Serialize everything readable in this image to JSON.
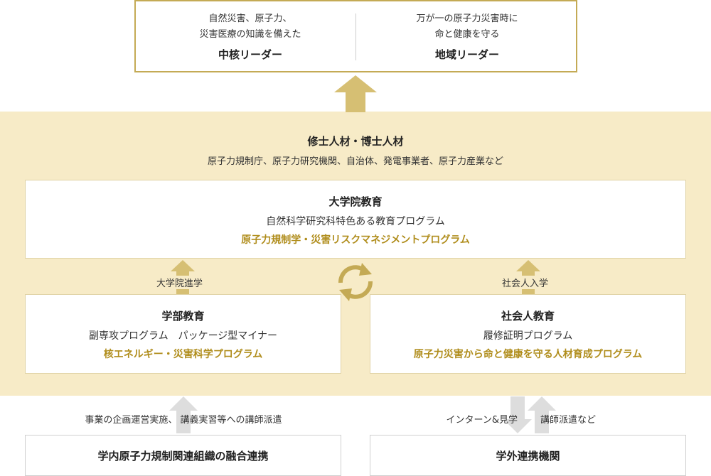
{
  "top_box": {
    "left": {
      "line1": "自然災害、原子力、",
      "line2": "災害医療の知識を備えた",
      "title": "中核リーダー"
    },
    "right": {
      "line1": "万が一の原子力災害時に",
      "line2": "命と健康を守る",
      "title": "地域リーダー"
    }
  },
  "band": {
    "title": "修士人材・博士人材",
    "subtitle": "原子力規制庁、原子力研究機関、自治体、発電事業者、原子力産業など"
  },
  "graduate": {
    "title": "大学院教育",
    "line": "自然科学研究科特色ある教育プログラム",
    "program": "原子力規制学・災害リスクマネジメントプログラム"
  },
  "arrows": {
    "left_label": "大学院進学",
    "right_label": "社会人入学"
  },
  "undergrad": {
    "title": "学部教育",
    "line": "副専攻プログラム　パッケージ型マイナー",
    "program": "核エネルギー・災害科学プログラム"
  },
  "adult": {
    "title": "社会人教育",
    "line": "履修証明プログラム",
    "program": "原子力災害から命と健康を守る人材育成プログラム"
  },
  "bottom": {
    "left_label": "事業の企画運営実施、 講義実習等への講師派遣",
    "right_label1": "インターン&見学",
    "right_label2": "講師派遣など",
    "left_box": "学内原子力規制関連組織の融合連携",
    "right_box": "学外連携機関"
  },
  "colors": {
    "band": "#f7ebc7",
    "gold": "#b08d1c",
    "arrow_gold": "#d6bf73",
    "arrow_gray": "#dddddd"
  }
}
